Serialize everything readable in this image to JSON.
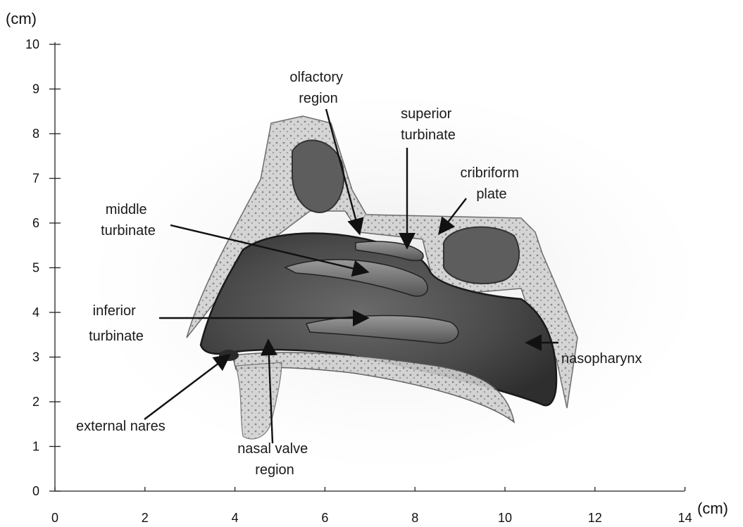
{
  "units": {
    "y_unit": "(cm)",
    "x_unit": "(cm)"
  },
  "axes": {
    "x_ticks": [
      "0",
      "2",
      "4",
      "6",
      "8",
      "10",
      "12",
      "14"
    ],
    "y_ticks": [
      "0",
      "1",
      "2",
      "3",
      "4",
      "5",
      "6",
      "7",
      "8",
      "9",
      "10"
    ]
  },
  "labels": {
    "olfactory": [
      "olfactory",
      "region"
    ],
    "superior": [
      "superior",
      "turbinate"
    ],
    "cribriform": [
      "cribriform",
      "plate"
    ],
    "middle": [
      "middle",
      "turbinate"
    ],
    "inferior": [
      "inferior",
      "turbinate"
    ],
    "nasopharynx": [
      "nasopharynx"
    ],
    "external_nares": [
      "external nares"
    ],
    "nasal_valve": [
      "nasal valve",
      "region"
    ]
  }
}
